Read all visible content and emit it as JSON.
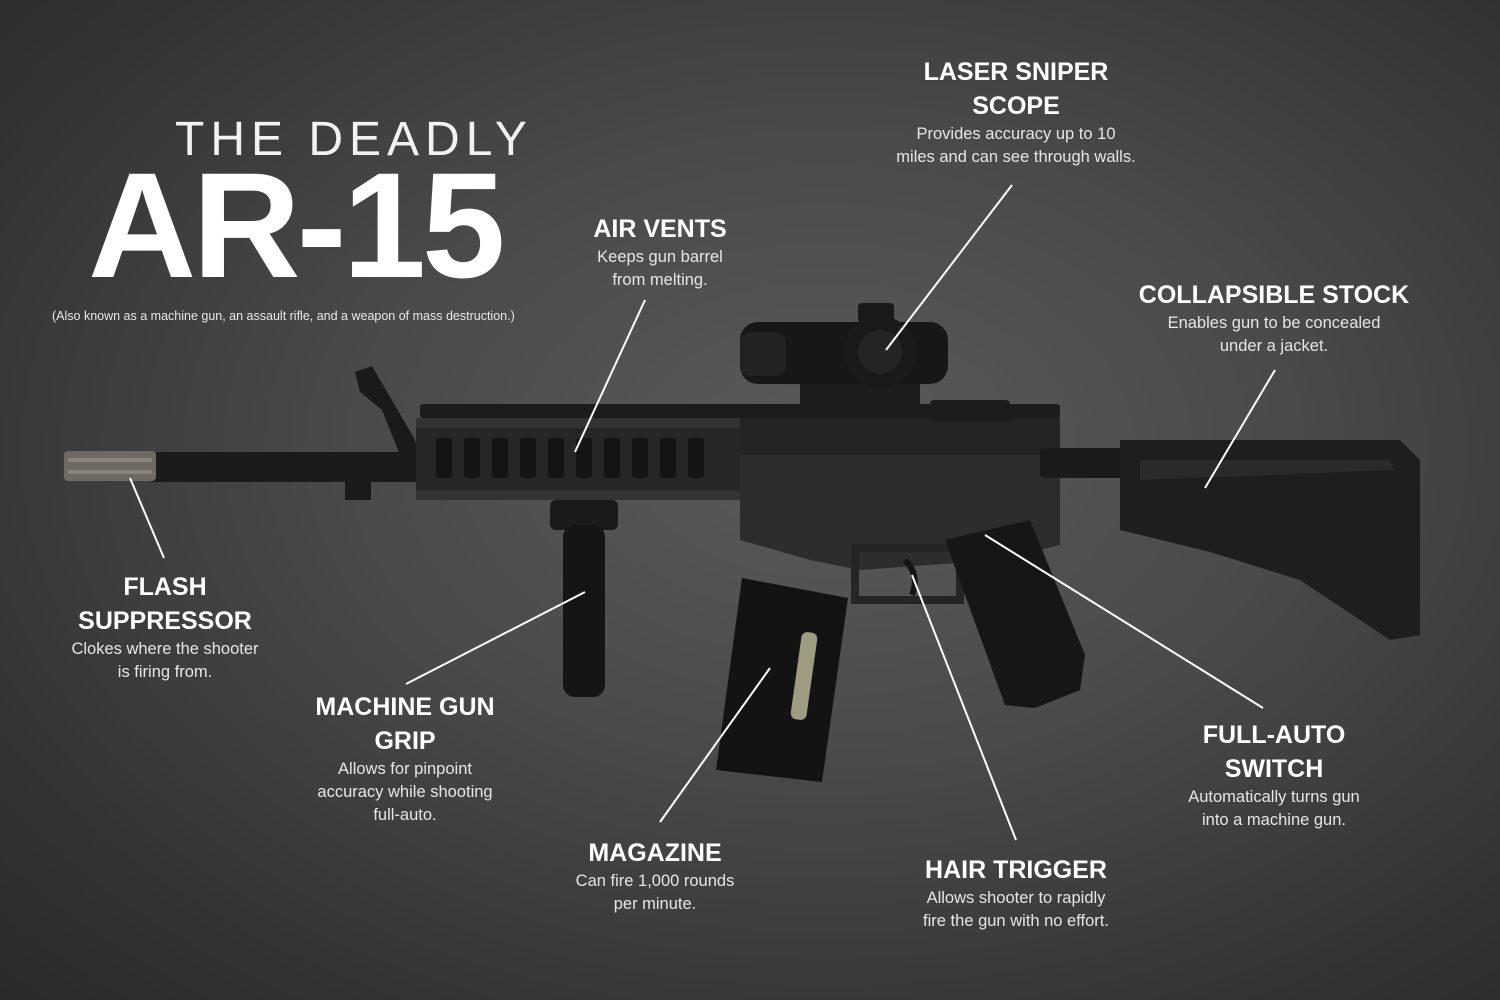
{
  "title": {
    "line1": "THE DEADLY",
    "line2": "AR-15",
    "subtitle": "(Also known as a machine gun, an assault rifle, and a weapon of mass destruction.)"
  },
  "callouts": [
    {
      "id": "laser-sniper-scope",
      "title": [
        "LASER SNIPER",
        "SCOPE"
      ],
      "desc": [
        "Provides accuracy up to 10",
        "miles and can see through walls."
      ]
    },
    {
      "id": "air-vents",
      "title": [
        "AIR VENTS"
      ],
      "desc": [
        "Keeps gun barrel",
        "from melting."
      ]
    },
    {
      "id": "collapsible-stock",
      "title": [
        "COLLAPSIBLE STOCK"
      ],
      "desc": [
        "Enables gun to be concealed",
        "under a jacket."
      ]
    },
    {
      "id": "flash-suppressor",
      "title": [
        "FLASH",
        "SUPPRESSOR"
      ],
      "desc": [
        "Clokes where the shooter",
        "is firing from."
      ]
    },
    {
      "id": "machine-gun-grip",
      "title": [
        "MACHINE GUN",
        "GRIP"
      ],
      "desc": [
        "Allows for pinpoint",
        "accuracy while shooting",
        "full-auto."
      ]
    },
    {
      "id": "magazine",
      "title": [
        "MAGAZINE"
      ],
      "desc": [
        "Can fire 1,000 rounds",
        "per minute."
      ]
    },
    {
      "id": "hair-trigger",
      "title": [
        "HAIR TRIGGER"
      ],
      "desc": [
        "Allows shooter to rapidly",
        "fire the gun with no effort."
      ]
    },
    {
      "id": "full-auto-switch",
      "title": [
        "FULL-AUTO",
        "SWITCH"
      ],
      "desc": [
        "Automatically turns gun",
        "into a machine gun."
      ]
    }
  ],
  "colors": {
    "background": "#4a4a4a",
    "text": "#ffffff",
    "rifle": "#1c1c1c"
  }
}
